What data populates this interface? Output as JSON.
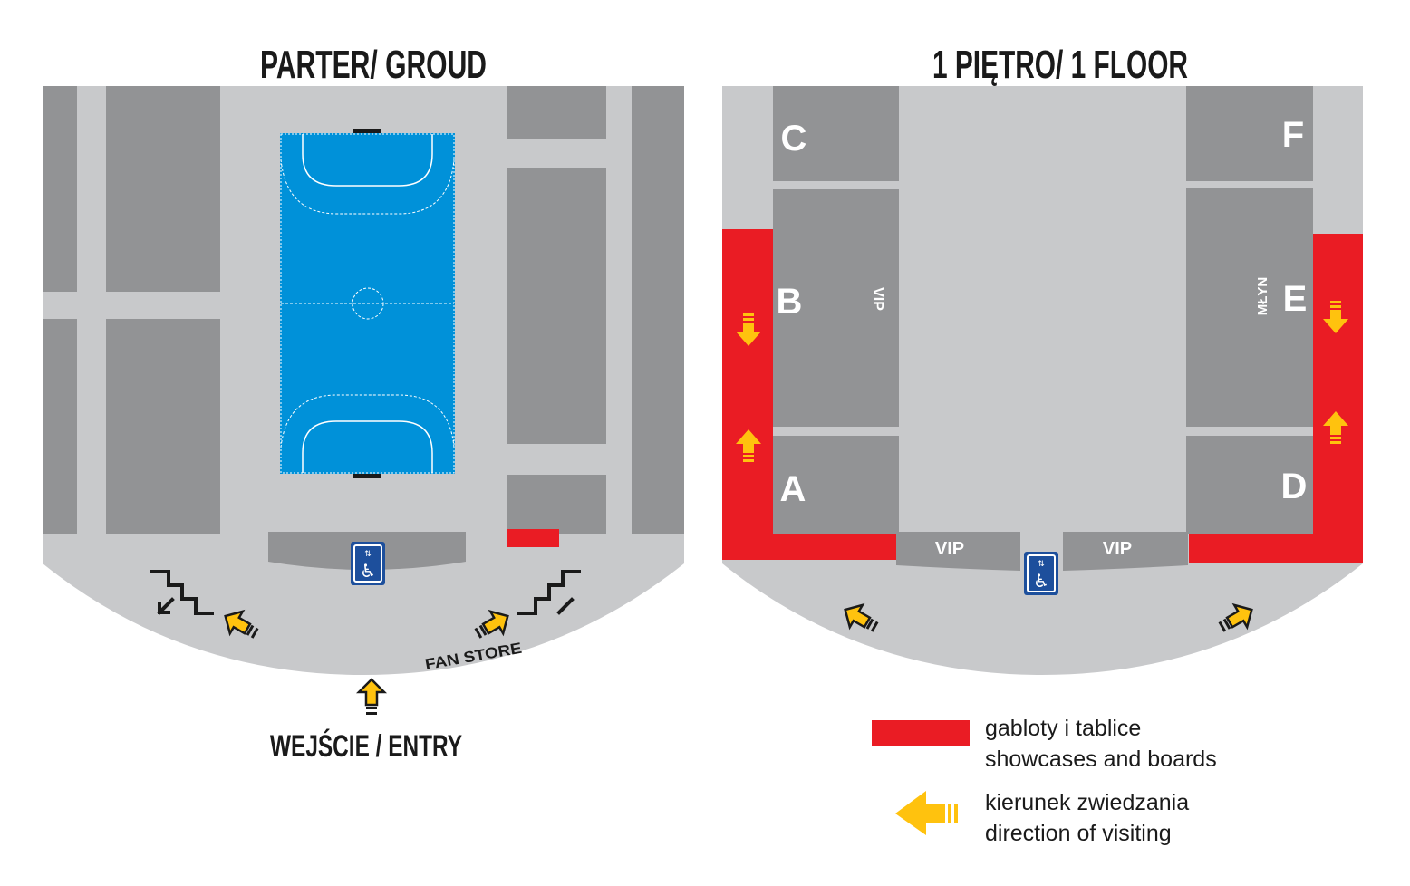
{
  "ground_floor": {
    "title": "PARTER/ GROUD",
    "entry_label": "WEJŚCIE /  ENTRY",
    "fan_store_label": "FAN STORE"
  },
  "first_floor": {
    "title": "1 PIĘTRO/ 1 FLOOR",
    "sectors": {
      "a": "A",
      "b": "B",
      "c": "C",
      "d": "D",
      "e": "E",
      "f": "F"
    },
    "vip_vertical": "VIP",
    "mlyn_vertical": "MŁYN",
    "vip_left": "VIP",
    "vip_right": "VIP"
  },
  "legend": {
    "showcases_line1": "gabloty i tablice",
    "showcases_line2": "showcases and boards",
    "direction_line1": "kierunek zwiedzania",
    "direction_line2": "direction of visiting"
  },
  "colors": {
    "floor": "#c8c9cb",
    "stands": "#929395",
    "court": "#0091d9",
    "showcase": "#ea1c24",
    "arrow": "#ffc20e",
    "accessibility": "#1d4f9c"
  },
  "icons": [
    "stairs-up-icon",
    "direction-arrow-icon",
    "wheelchair-elevator-icon"
  ]
}
